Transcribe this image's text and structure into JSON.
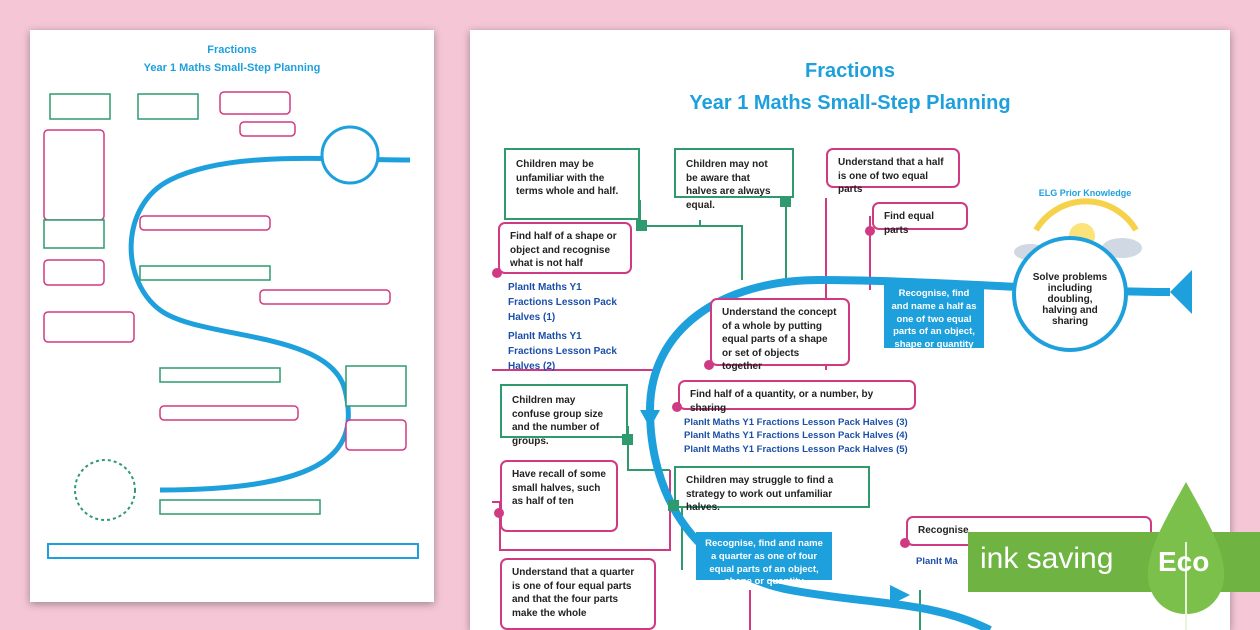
{
  "document": {
    "title": "Fractions",
    "subtitle": "Year 1 Maths Small-Step Planning",
    "prior_knowledge": {
      "heading": "ELG Prior Knowledge",
      "text": "Solve problems including doubling, halving and sharing"
    },
    "boxes": {
      "unfamiliar_terms": "Children may be unfamiliar with the terms whole and half.",
      "halves_equal": "Children may not be aware that halves are always equal.",
      "half_of_two": "Understand that a half is one of two equal parts",
      "equal_parts": "Find equal parts",
      "find_half_shape": "Find half of a shape or object and recognise what is not half",
      "whole_concept": "Understand the concept of a whole by putting equal parts of a shape or set of objects together",
      "recognise_half": "Recognise, find and name a half as one of two equal parts of an object, shape or quantity",
      "confuse_groups": "Children may confuse group size and the number of groups.",
      "half_quantity": "Find half of a quantity, or a number, by sharing",
      "recall_halves": "Have recall of some small halves, such as half of ten",
      "strategy": "Children may struggle to find a strategy to work out unfamiliar halves.",
      "recognise_quarter": "Recognise, find and name a quarter as one of four equal parts of an object, shape or quantity",
      "quarter_equal": "Understand that a quarter is one of four equal parts and that the four parts make the whole",
      "recognise_partial": "Recognise",
      "planit_partial": "PlanIt Ma"
    },
    "links_shape": [
      "PlanIt Maths Y1 Fractions Lesson Pack Halves (1)",
      "PlanIt Maths Y1 Fractions Lesson Pack Halves (2)"
    ],
    "links_quantity": [
      "PlanIt Maths Y1 Fractions Lesson Pack Halves (3)",
      "PlanIt Maths Y1 Fractions Lesson Pack Halves (4)",
      "PlanIt Maths Y1 Fractions Lesson Pack Halves (5)"
    ]
  },
  "badge": {
    "text": "ink saving",
    "eco": "Eco"
  },
  "colors": {
    "background": "#f4c6d6",
    "blue": "#1ea0dc",
    "pink": "#d03a82",
    "green": "#2e9a6e",
    "eco_green": "#6fb443"
  }
}
